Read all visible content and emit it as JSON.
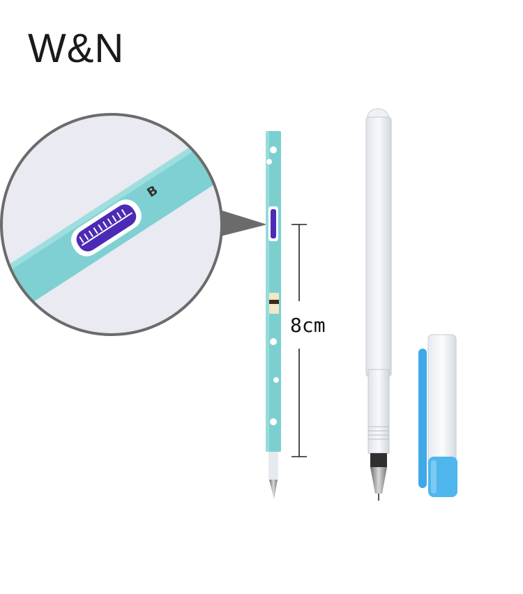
{
  "brand": {
    "name": "W&N"
  },
  "measurement": {
    "label": "8cm"
  },
  "colors": {
    "refill_body": "#7ccfcf",
    "magnifier_bg": "#ececf3",
    "cap_clip": "#3fa9e8",
    "ink_window": "#4b2bb5",
    "pen_tip": "#9a9a9a"
  },
  "icons": [
    "magnifier-lens",
    "refill",
    "pen",
    "pen-cap"
  ]
}
